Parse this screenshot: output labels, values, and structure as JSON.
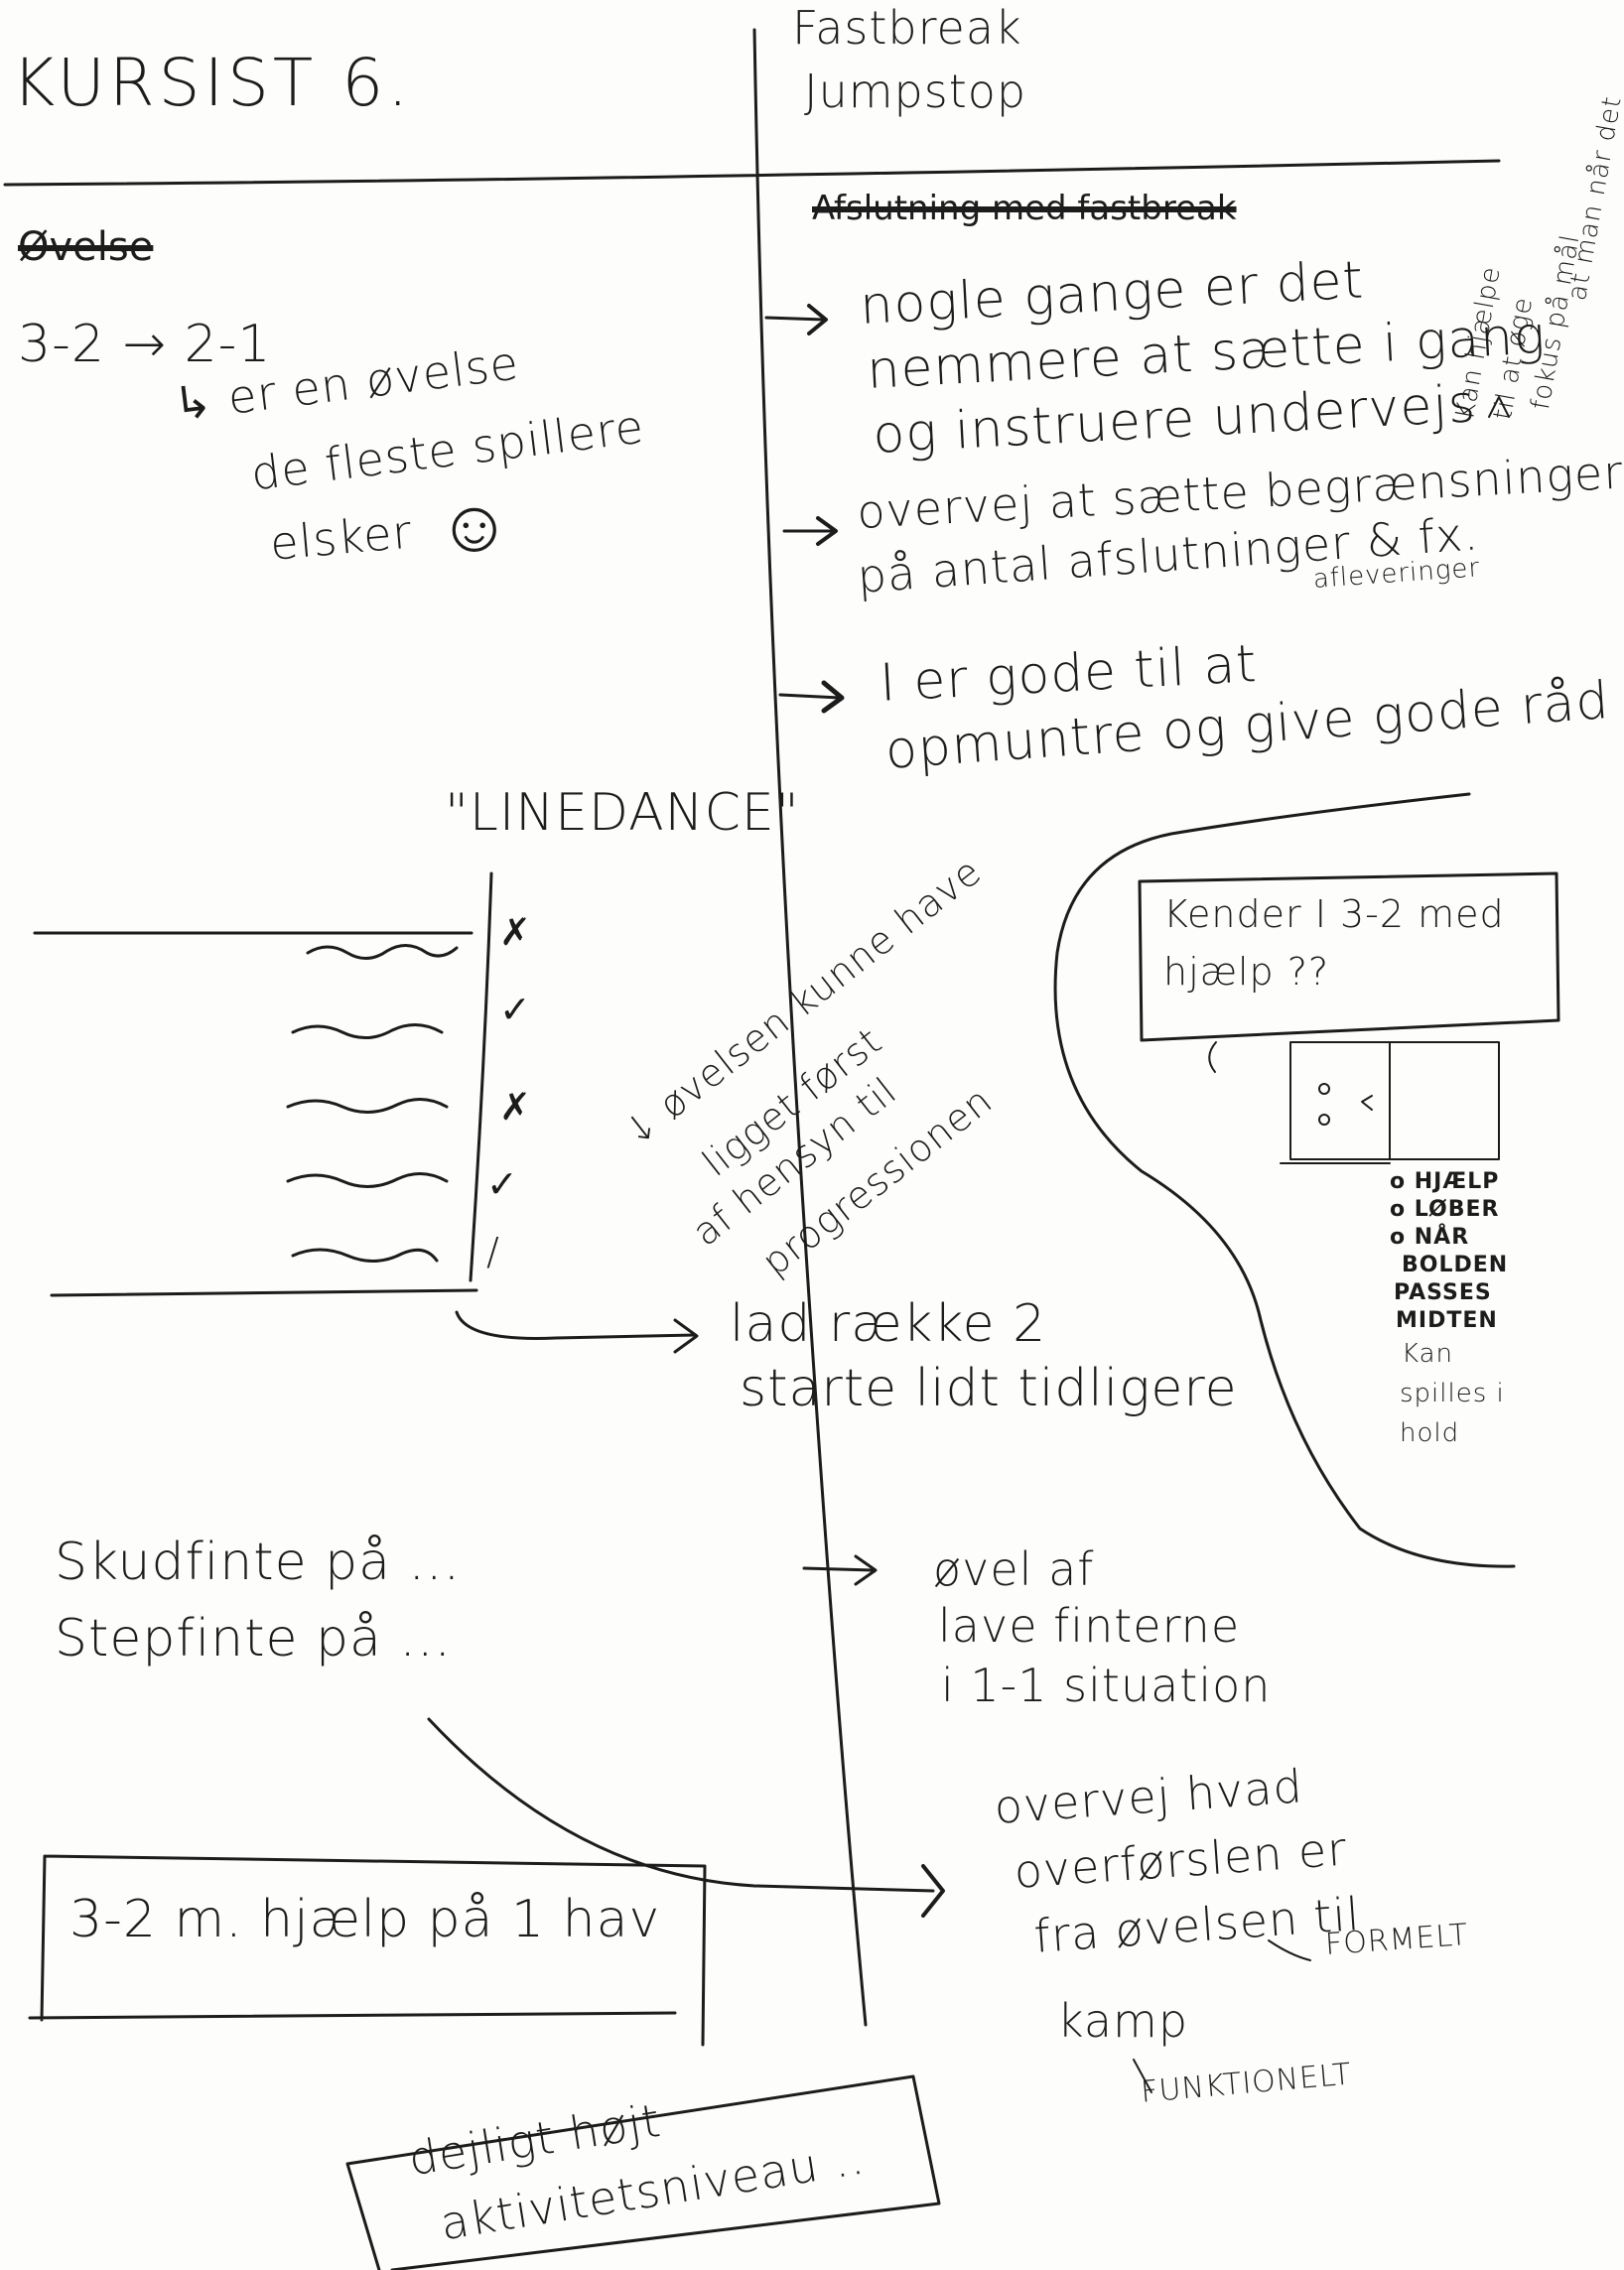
{
  "header": {
    "title": "KURSIST 6.",
    "right_line1": "Fastbreak",
    "right_line2": "Jumpstop"
  },
  "left": {
    "struck_word": "Øvelse",
    "formation": "3-2 → 2-1",
    "formation_note": [
      "↳ er en øvelse",
      "de fleste spillere",
      "elsker"
    ],
    "smiley": "☺",
    "linedance_title": "\"LINEDANCE\"",
    "marks": [
      "✗",
      "✓",
      "✗",
      "✓",
      "/"
    ],
    "linedance_note": [
      "↓ øvelsen kunne have",
      "ligget først",
      "af hensyn til",
      "progressionen"
    ],
    "linedance_action": [
      "lad række 2",
      "starte lidt tidligere"
    ],
    "finte_lines": [
      "Skudfinte på ...",
      "Stepfinte på ..."
    ],
    "box_text": "3-2 m. hjælp på 1 hav",
    "bottom_box": [
      "dejligt højt",
      "aktivitetsniveau .."
    ]
  },
  "right": {
    "struck_word": "Afslutning med fastbreak",
    "bullets": [
      [
        "nogle gange er det",
        "nemmere at sætte i gang",
        "og instruere undervejs"
      ],
      [
        "overvej at sætte begrænsninger",
        "på antal afslutninger & fx.",
        "afleveringer"
      ],
      [
        "I er gode til at",
        "opmuntre og give gode råd !"
      ]
    ],
    "side_note": [
      "Kan hjælpe",
      "til at øge",
      "fokus på mål",
      "at man når det"
    ],
    "bubble_title": [
      "Kender I 3-2 med",
      "hjælp ??"
    ],
    "diagram_labels": [
      "o HJÆLP",
      "o LØBER",
      "o NÅR",
      "BOLDEN",
      "PASSES",
      "MIDTEN",
      "Kan",
      "spilles i",
      "hold"
    ],
    "finte_note": [
      "øvel af",
      "lave finterne",
      "i 1-1 situation"
    ],
    "transfer_note": [
      "overvej hvad",
      "overførslen er",
      "fra øvelsen til",
      "kamp"
    ],
    "formelt": "FORMELT",
    "funktionelt": "FUNKTIONELT"
  }
}
